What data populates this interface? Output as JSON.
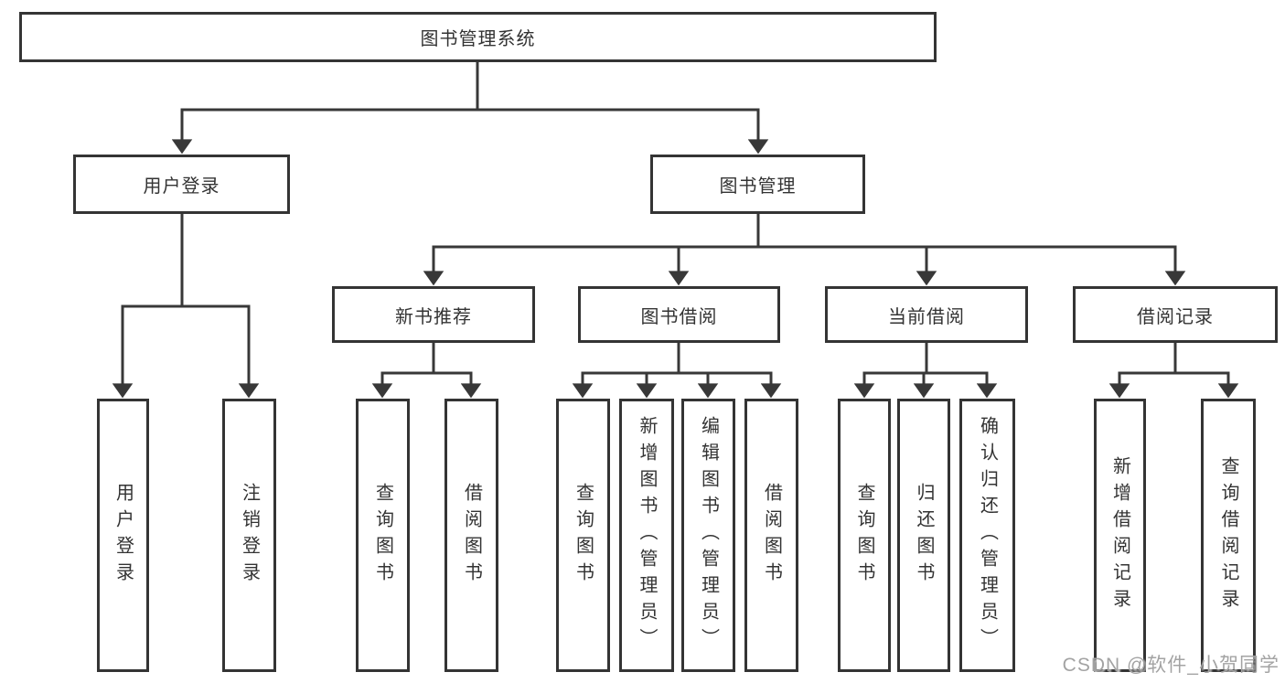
{
  "tree": {
    "root": "图书管理系统",
    "login": {
      "label": "用户登录",
      "children": [
        "用户登录",
        "注销登录"
      ]
    },
    "management": {
      "label": "图书管理",
      "sections": {
        "recommend": {
          "label": "新书推荐",
          "children": [
            "查询图书",
            "借阅图书"
          ]
        },
        "borrow": {
          "label": "图书借阅",
          "children": [
            "查询图书",
            "新增图书（管理员）",
            "编辑图书（管理员）",
            "借阅图书"
          ]
        },
        "current": {
          "label": "当前借阅",
          "children": [
            "查询图书",
            "归还图书",
            "确认归还（管理员）"
          ]
        },
        "records": {
          "label": "借阅记录",
          "children": [
            "新增借阅记录",
            "查询借阅记录"
          ]
        }
      }
    }
  },
  "watermark": "CSDN @软件_小贺同学",
  "colors": {
    "line": "#383838",
    "box_border": "#343434",
    "text": "#333333",
    "background": "#ffffff",
    "watermark": "#a3a3a3"
  }
}
